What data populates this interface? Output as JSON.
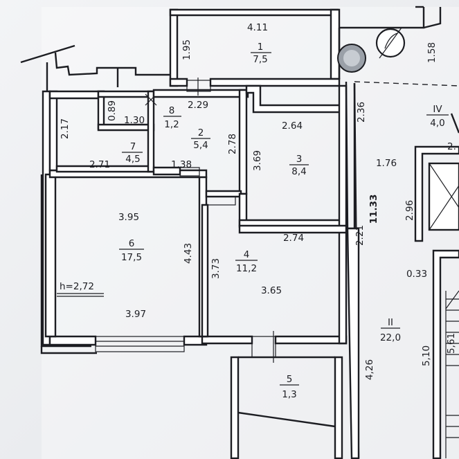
{
  "rooms": [
    {
      "number": "1",
      "area": "7,5"
    },
    {
      "number": "2",
      "area": "5,4"
    },
    {
      "number": "3",
      "area": "8,4"
    },
    {
      "number": "4",
      "area": "11,2"
    },
    {
      "number": "5",
      "area": "1,3"
    },
    {
      "number": "6",
      "area": "17,5"
    },
    {
      "number": "7",
      "area": "4,5"
    },
    {
      "number": "8",
      "area": "1,2"
    },
    {
      "number": "II",
      "area": "22,0"
    },
    {
      "number": "IV",
      "area": "4,0"
    }
  ],
  "dimensions": {
    "d_4_11": "4.11",
    "d_1_95": "1.95",
    "d_1_58": "1.58",
    "d_2_29": "2.29",
    "d_0_89": "0.89",
    "d_1_30": "1.30",
    "d_2_17": "2.17",
    "d_2_71": "2.71",
    "d_1_38": "1.38",
    "d_2_78": "2.78",
    "d_2_64": "2.64",
    "d_3_69": "3.69",
    "d_2_36": "2.36",
    "d_1_76": "1.76",
    "d_11_33": "11.33",
    "d_2_96": "2.96",
    "d_2_21": "2.21",
    "d_2_74": "2.74",
    "d_3_95": "3.95",
    "d_4_43": "4.43",
    "d_3_73": "3.73",
    "d_3_65": "3.65",
    "d_0_33": "0.33",
    "d_3_97": "3.97",
    "d_4_26": "4,26",
    "d_5_10": "5,10",
    "d_5_61": "5,61",
    "d_2_cut": "2."
  },
  "ceiling_height": "h=2,72"
}
